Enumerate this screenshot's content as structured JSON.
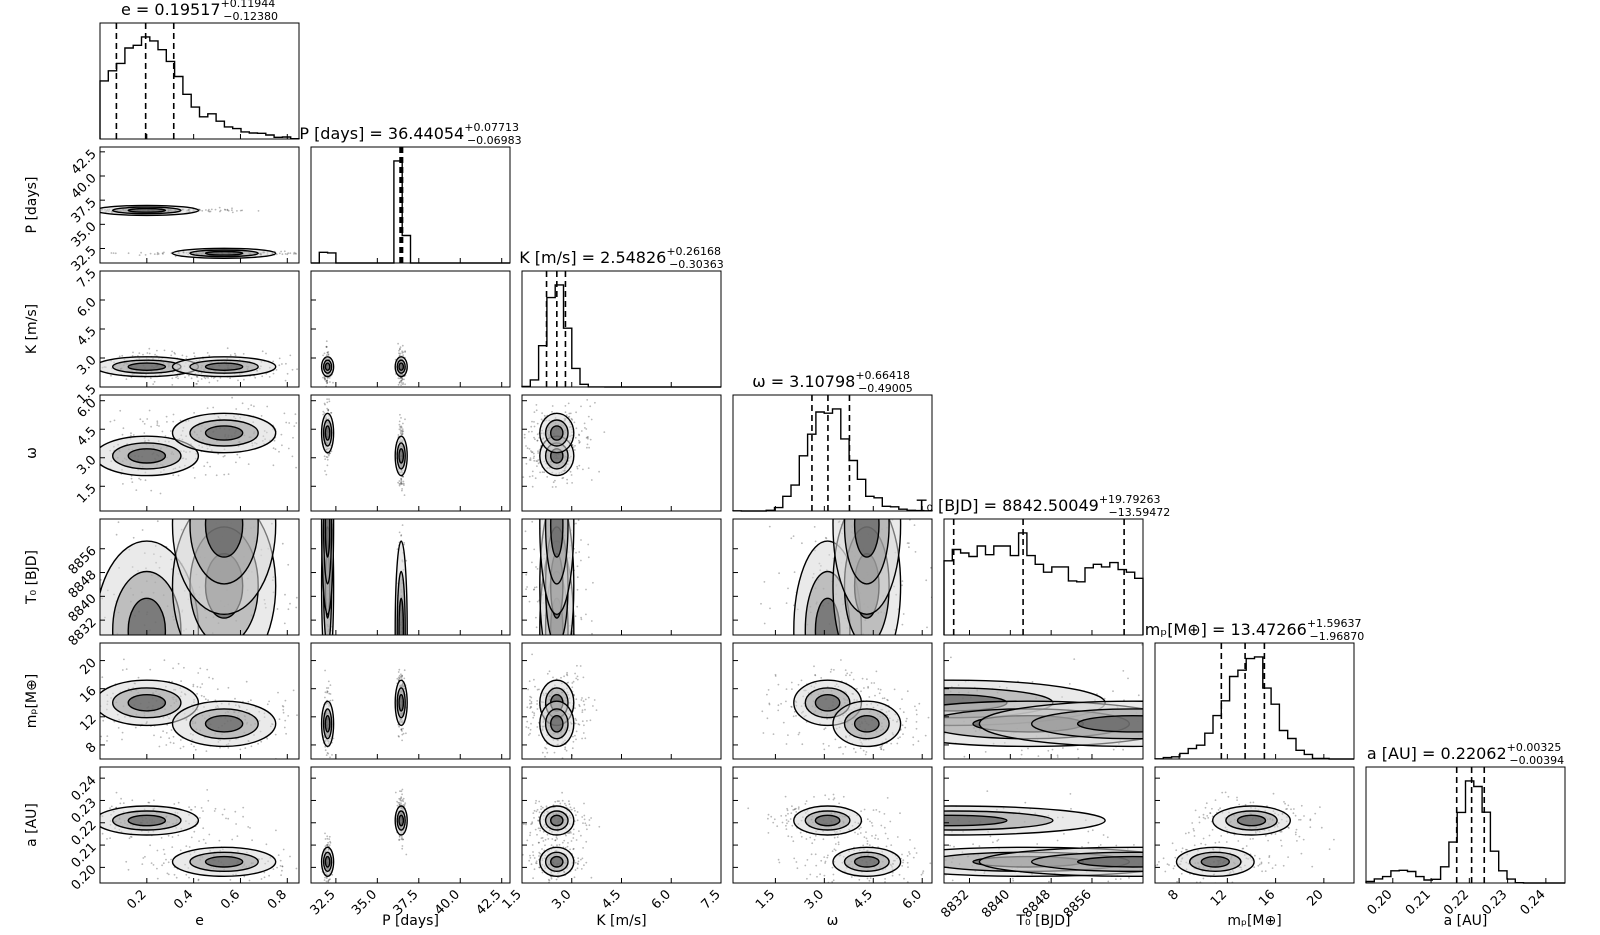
{
  "chart_data": {
    "type": "corner",
    "parameters": [
      {
        "key": "e",
        "label": "e",
        "title": "e = 0.19517",
        "title_sup": "+0.11944",
        "title_sub": "−0.12380",
        "range": [
          0,
          0.85
        ],
        "ticks": [
          0.2,
          0.4,
          0.6,
          0.8
        ],
        "tick_labels": [
          "0.2",
          "0.4",
          "0.6",
          "0.8"
        ],
        "quantiles": [
          0.07,
          0.195,
          0.315
        ],
        "blobs": [
          [
            0.2,
            0.9
          ],
          [
            0.53,
            0.1
          ]
        ]
      },
      {
        "key": "P",
        "label": "P [days]",
        "title": "P [days] = 36.44054",
        "title_sup": "+0.07713",
        "title_sub": "−0.06983",
        "range": [
          31.0,
          43.0
        ],
        "ticks": [
          32.5,
          35.0,
          37.5,
          40.0,
          42.5
        ],
        "tick_labels": [
          "32.5",
          "35.0",
          "37.5",
          "40.0",
          "42.5"
        ],
        "quantiles": [
          36.37,
          36.44,
          36.52
        ],
        "blobs": [
          [
            36.44,
            0.86
          ],
          [
            32.0,
            0.14
          ]
        ]
      },
      {
        "key": "K",
        "label": "K [m/s]",
        "title": "K [m/s] = 2.54826",
        "title_sup": "+0.26168",
        "title_sub": "−0.30363",
        "range": [
          1.5,
          7.5
        ],
        "ticks": [
          1.5,
          3.0,
          4.5,
          6.0,
          7.5
        ],
        "tick_labels": [
          "1.5",
          "3.0",
          "4.5",
          "6.0",
          "7.5"
        ],
        "quantiles": [
          2.24,
          2.55,
          2.81
        ],
        "blobs": [
          [
            2.55,
            1.0
          ]
        ]
      },
      {
        "key": "omega",
        "label": "ω",
        "title": "ω = 3.10798",
        "title_sup": "+0.66418",
        "title_sub": "−0.49005",
        "range": [
          0.2,
          6.3
        ],
        "ticks": [
          1.5,
          3.0,
          4.5,
          6.0
        ],
        "tick_labels": [
          "1.5",
          "3.0",
          "4.5",
          "6.0"
        ],
        "quantiles": [
          2.62,
          3.11,
          3.77
        ],
        "blobs": [
          [
            3.1,
            0.92
          ],
          [
            4.3,
            0.08
          ]
        ]
      },
      {
        "key": "T0",
        "label": "T₀ [BJD]",
        "title": "T₀ [BJD] = 8842.50049",
        "title_sup": "+19.79263",
        "title_sub": "−13.59472",
        "range": [
          8827,
          8866
        ],
        "ticks": [
          8832,
          8840,
          8848,
          8856
        ],
        "tick_labels": [
          "8832",
          "8840",
          "8848",
          "8856"
        ],
        "quantiles": [
          8828.9,
          8842.5,
          8862.3
        ],
        "blobs": [
          [
            8828.5,
            0.35
          ],
          [
            8843.5,
            0.3
          ],
          [
            8864,
            0.35
          ]
        ]
      },
      {
        "key": "mp",
        "label": "mₚ[M⊕]",
        "title": "mₚ[M⊕] = 13.47266",
        "title_sup": "+1.59637",
        "title_sub": "−1.96870",
        "range": [
          6.0,
          22.5
        ],
        "ticks": [
          8,
          12,
          16,
          20
        ],
        "tick_labels": [
          "8",
          "12",
          "16",
          "20"
        ],
        "quantiles": [
          11.5,
          13.47,
          15.07
        ],
        "blobs": [
          [
            14.0,
            0.88
          ],
          [
            11.0,
            0.12
          ]
        ]
      },
      {
        "key": "a",
        "label": "a [AU]",
        "title": "a [AU] = 0.22062",
        "title_sup": "+0.00325",
        "title_sub": "−0.00394",
        "range": [
          0.193,
          0.245
        ],
        "ticks": [
          0.2,
          0.21,
          0.22,
          0.23,
          0.24
        ],
        "tick_labels": [
          "0.20",
          "0.21",
          "0.22",
          "0.23",
          "0.24"
        ],
        "quantiles": [
          0.2167,
          0.2206,
          0.2239
        ],
        "blobs": [
          [
            0.221,
            0.88
          ],
          [
            0.2025,
            0.12
          ]
        ]
      }
    ],
    "median": {
      "e": 0.19517,
      "P": 36.44054,
      "K": 2.54826,
      "omega": 3.10798,
      "T0": 8842.50049,
      "mp": 13.47266,
      "a": 0.22062
    },
    "grid": false,
    "legend": "none"
  }
}
